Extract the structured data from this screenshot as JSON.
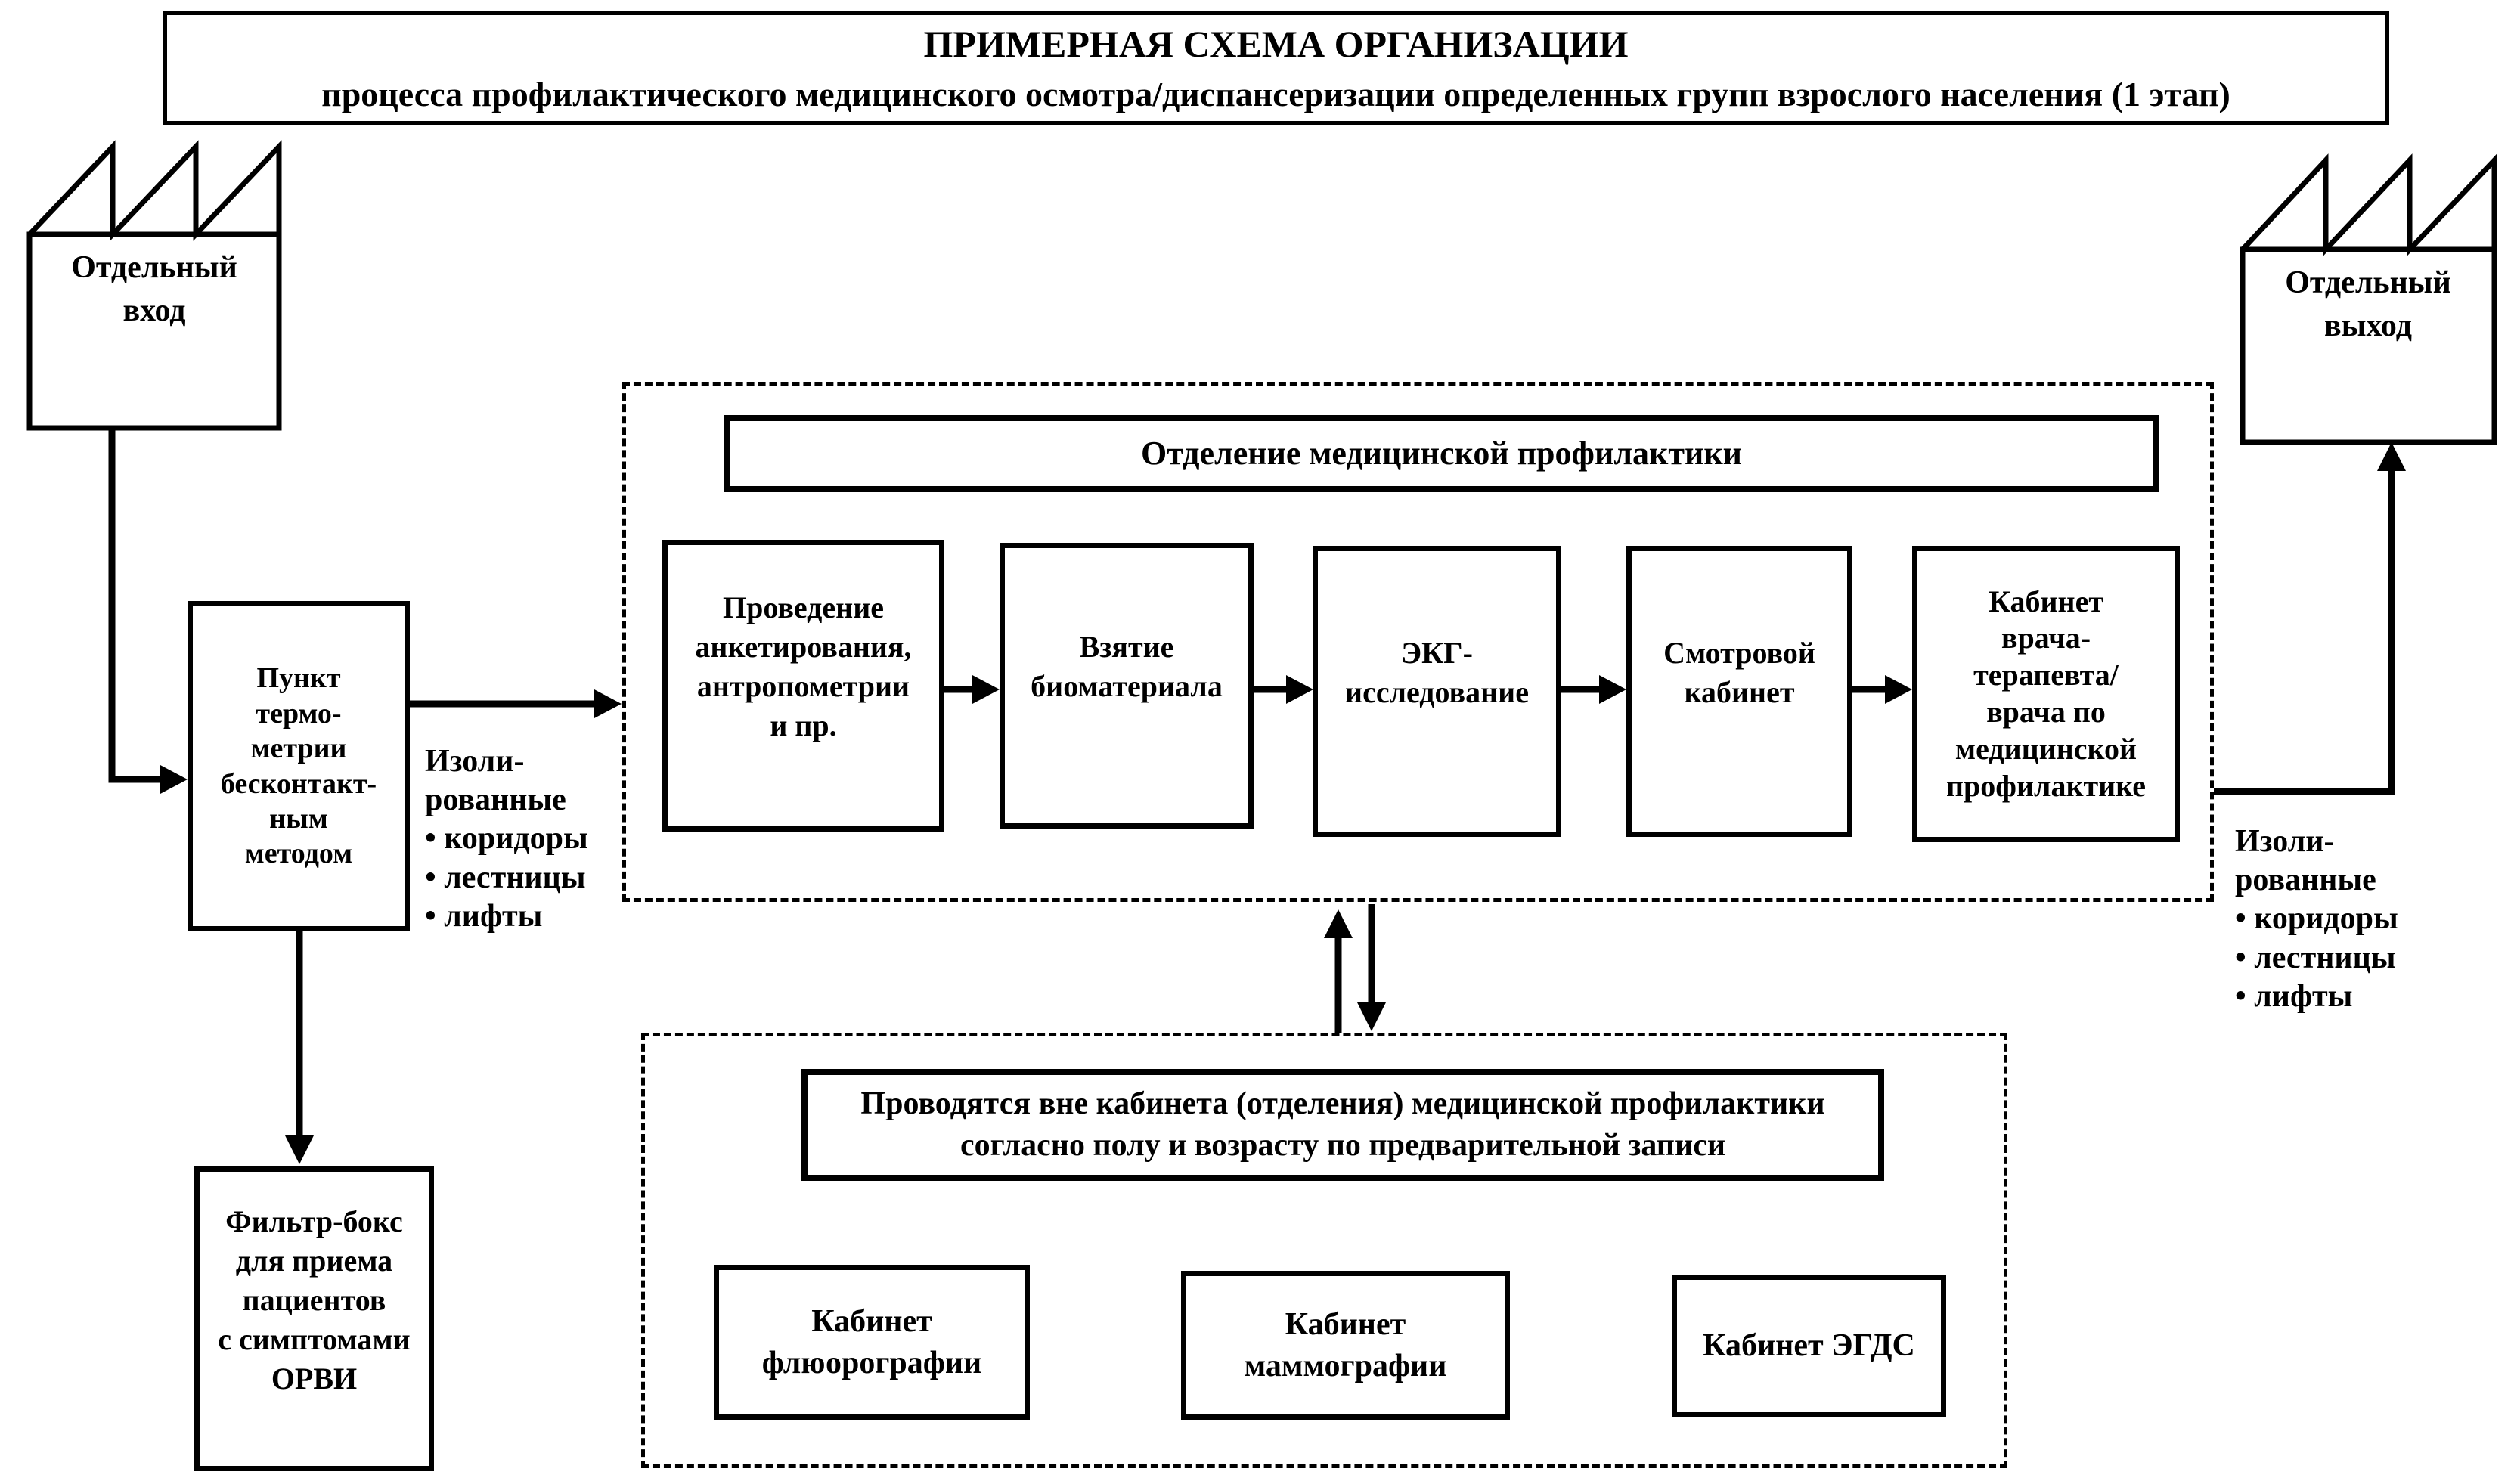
{
  "title": {
    "line1": "ПРИМЕРНАЯ СХЕМА ОРГАНИЗАЦИИ",
    "line2": "процесса профилактического медицинского осмотра/диспансеризации определенных групп взрослого населения (1 этап)"
  },
  "entry": {
    "label": "Отдельный\nвход"
  },
  "exit": {
    "label": "Отдельный\nвыход"
  },
  "thermometry": {
    "label": "Пункт\nтермо-\nметрии\nбесконтакт-\nным\nметодом"
  },
  "isolated_routes_left": {
    "label": "Изоли-\nрованные\n• коридоры\n• лестницы\n• лифты"
  },
  "isolated_routes_right": {
    "label": "Изоли-\nрованные\n• коридоры\n• лестницы\n• лифты"
  },
  "prevention": {
    "header": "Отделение медицинской профилактики",
    "steps": [
      "Проведение\nанкетирования,\nантропометрии\nи пр.",
      "Взятие\nбиоматериала",
      "ЭКГ-\nисследование",
      "Смотровой\nкабинет",
      "Кабинет\nврача-\nтерапевта/\nврача по\nмедицинской\nпрофилактике"
    ]
  },
  "filter_box": {
    "label": "Фильтр-бокс\nдля приема\nпациентов\nс симптомами\nОРВИ"
  },
  "external": {
    "header": "Проводятся вне кабинета (отделения) медицинской профилактики\nсогласно полу и возрасту по предварительной записи",
    "rooms": [
      "Кабинет\nфлюорографии",
      "Кабинет\nмаммографии",
      "Кабинет ЭГДС"
    ]
  },
  "colors": {
    "ink": "#000000",
    "paper": "#ffffff"
  }
}
